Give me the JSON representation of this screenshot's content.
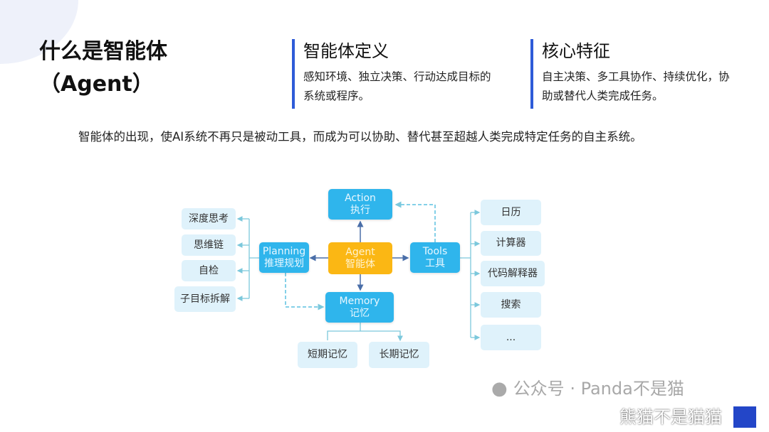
{
  "title": {
    "line1": "什么是智能体",
    "line2": "（Agent）"
  },
  "cards": [
    {
      "heading": "智能体定义",
      "body": "感知环境、独立决策、行动达成目标的系统或程序。"
    },
    {
      "heading": "核心特征",
      "body": "自主决策、多工具协作、持续优化，协助或替代人类完成任务。"
    }
  ],
  "intro": "智能体的出现，使AI系统不再只是被动工具，而成为可以协助、替代甚至超越人类完成特定任务的自主系统。",
  "diagram": {
    "action": {
      "en": "Action",
      "zh": "执行"
    },
    "agent": {
      "en": "Agent",
      "zh": "智能体"
    },
    "planning": {
      "en": "Planning",
      "zh": "推理规划"
    },
    "tools": {
      "en": "Tools",
      "zh": "工具"
    },
    "memory": {
      "en": "Memory",
      "zh": "记忆"
    },
    "planning_items": [
      "深度思考",
      "思维链",
      "自检",
      "子目标拆解"
    ],
    "tool_items": [
      "日历",
      "计算器",
      "代码解释器",
      "搜索",
      "..."
    ],
    "memory_items": [
      "短期记忆",
      "长期记忆"
    ]
  },
  "watermark": {
    "text": "公众号 · Panda不是猫",
    "overlay": "熊猫不是猫猫"
  }
}
